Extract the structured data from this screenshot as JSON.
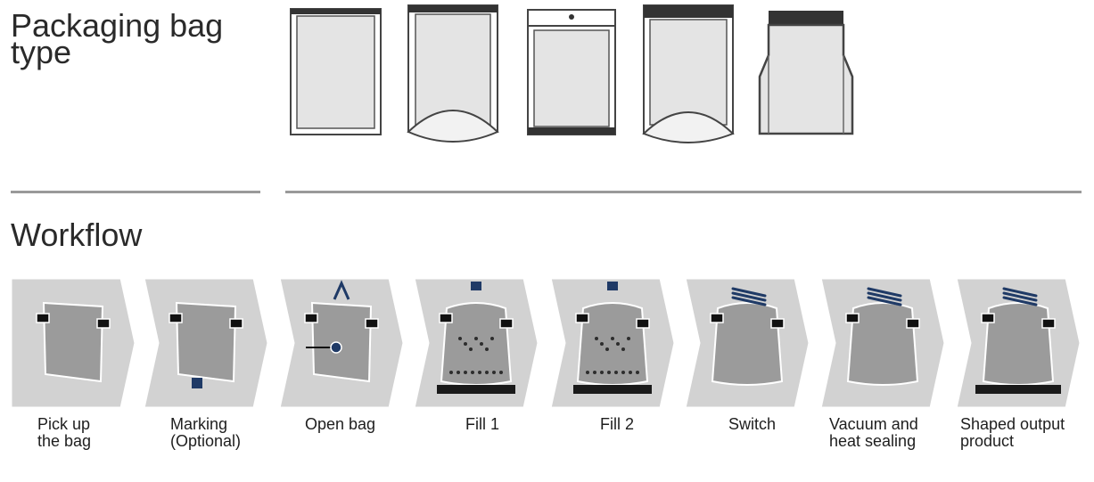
{
  "section_bags": {
    "title": "Packaging bag type"
  },
  "section_workflow": {
    "title": "Workflow"
  },
  "bag_types": [
    {
      "icon": "flat-pouch-icon"
    },
    {
      "icon": "stand-up-pouch-icon"
    },
    {
      "icon": "hang-hole-pouch-icon"
    },
    {
      "icon": "zipper-stand-up-pouch-icon"
    },
    {
      "icon": "side-gusset-pouch-icon"
    }
  ],
  "steps": [
    {
      "label1": "Pick up",
      "label2": "the bag",
      "icon": "pick-up-bag-icon"
    },
    {
      "label1": "Marking",
      "label2": "(Optional)",
      "icon": "marking-icon"
    },
    {
      "label1": "Open bag",
      "label2": "",
      "icon": "open-bag-icon"
    },
    {
      "label1": "Fill 1",
      "label2": "",
      "icon": "fill-1-icon"
    },
    {
      "label1": "Fill 2",
      "label2": "",
      "icon": "fill-2-icon"
    },
    {
      "label1": "Switch",
      "label2": "",
      "icon": "switch-icon"
    },
    {
      "label1": "Vacuum and",
      "label2": "heat sealing",
      "icon": "vacuum-sealing-icon"
    },
    {
      "label1": "Shaped output",
      "label2": "product",
      "icon": "shaped-output-icon"
    }
  ],
  "colors": {
    "panel": "#d2d2d2",
    "bag": "#9b9b9b",
    "outline": "#3a3a3a",
    "accent": "#1f3a66",
    "rule": "#9a9a9a"
  }
}
